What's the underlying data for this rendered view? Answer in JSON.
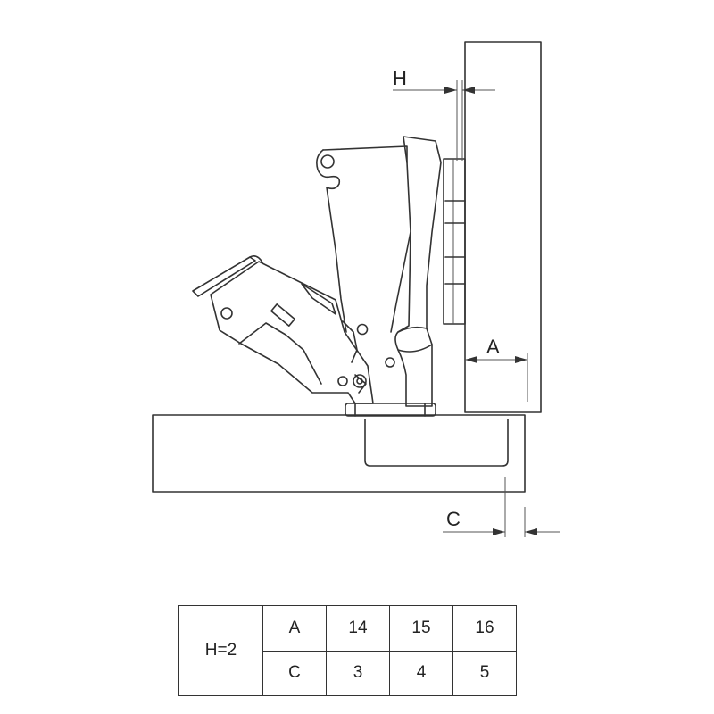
{
  "dimension_labels": {
    "h": "H",
    "a": "A",
    "c": "C"
  },
  "table": {
    "header": "H=2",
    "rows": [
      {
        "label": "A",
        "values": [
          "14",
          "15",
          "16"
        ]
      },
      {
        "label": "C",
        "values": [
          "3",
          "4",
          "5"
        ]
      }
    ]
  }
}
